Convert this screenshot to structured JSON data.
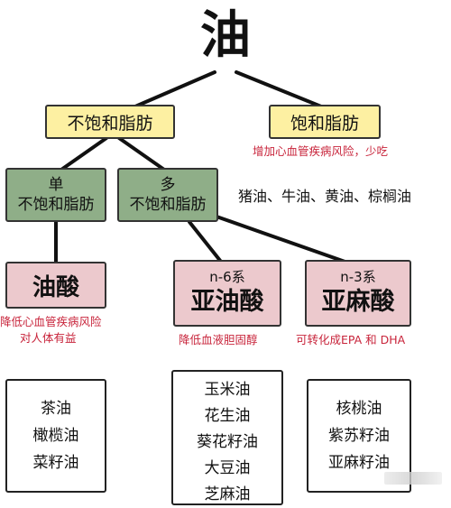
{
  "title": "油",
  "unsaturated": {
    "label": "不饱和脂肪"
  },
  "saturated": {
    "label": "饱和脂肪",
    "note": "增加心血管疾病风险，少吃",
    "examples": "猪油、牛油、黄油、棕榈油"
  },
  "mono": {
    "line1": "单",
    "line2": "不饱和脂肪"
  },
  "poly": {
    "line1": "多",
    "line2": "不饱和脂肪"
  },
  "oleic": {
    "label": "油酸",
    "note1": "降低心血管疾病风险",
    "note2": "对人体有益"
  },
  "n6": {
    "series": "n-6系",
    "label": "亚油酸",
    "note": "降低血液胆固醇"
  },
  "n3": {
    "series": "n-3系",
    "label": "亚麻酸",
    "note": "可转化成EPA 和 DHA"
  },
  "oils_oleic": [
    "茶油",
    "橄榄油",
    "菜籽油"
  ],
  "oils_n6": [
    "玉米油",
    "花生油",
    "葵花籽油",
    "大豆油",
    "芝麻油"
  ],
  "oils_n3": [
    "核桃油",
    "紫苏籽油",
    "亚麻籽油"
  ],
  "colors": {
    "yellow": "#fdf0a2",
    "green": "#8fae88",
    "pink": "#ecc9cd",
    "note_red": "#c8243b"
  }
}
